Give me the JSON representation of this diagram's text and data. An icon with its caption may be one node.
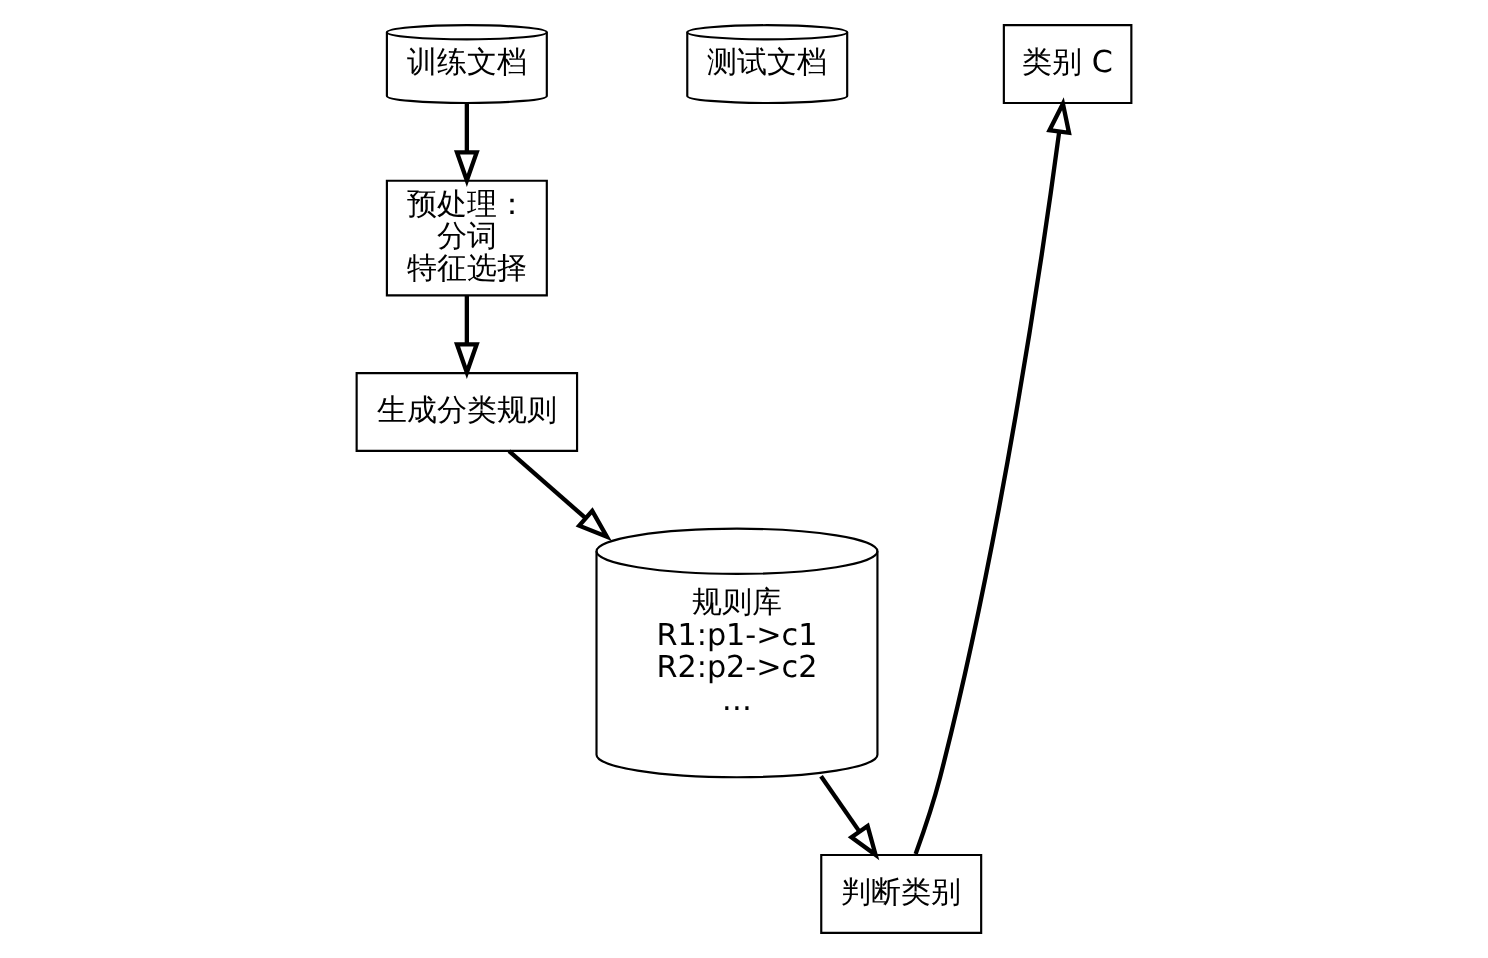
{
  "diagram": {
    "nodes": [
      {
        "text": [
          "训练文档"
        ]
      },
      {
        "text": [
          "预处理：",
          "分词",
          "特征选择"
        ]
      },
      {
        "text": [
          "生成分类规则"
        ]
      },
      {
        "text": [
          "测试文档"
        ]
      },
      {
        "text": [
          "类别 C"
        ]
      },
      {
        "text": [
          "判断类别"
        ]
      },
      {
        "text": [
          "规则库",
          "R1:p1->c1",
          "R2:p2->c2",
          "…"
        ]
      }
    ],
    "edges": [
      {
        "from": 0,
        "to": 1,
        "arrow": "to"
      },
      {
        "from": 1,
        "to": 2,
        "arrow": "to"
      },
      {
        "from": 2,
        "to": 6,
        "arrow": "to"
      },
      {
        "from": 6,
        "to": 5,
        "arrow": "to"
      },
      {
        "from": 5,
        "to": 4,
        "arrow": "to"
      }
    ]
  }
}
